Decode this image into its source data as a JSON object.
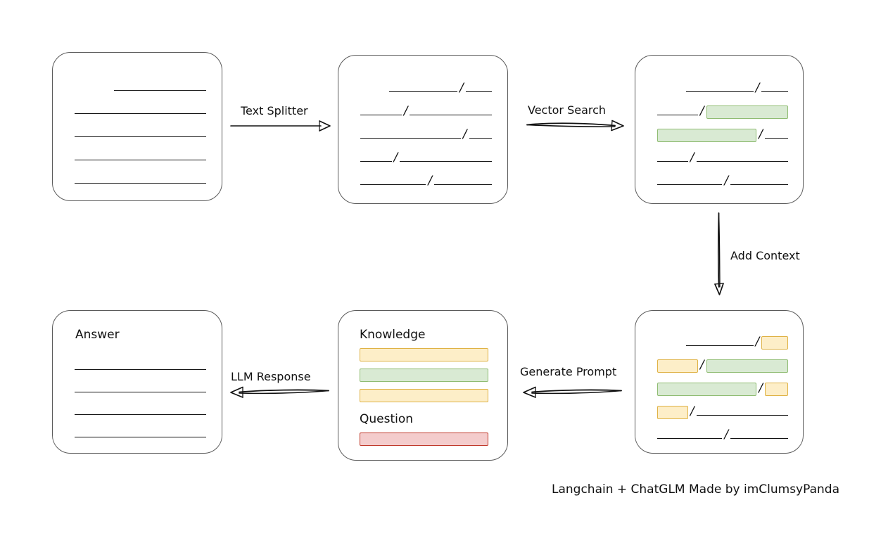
{
  "diagram": {
    "footer_note": "Langchain + ChatGLM Made by imClumsyPanda",
    "boxes": {
      "raw_document": {
        "name": "raw-document",
        "lines": [
          {
            "indent": 30,
            "segments": [
              {
                "type": "rule",
                "width": 70
              }
            ]
          },
          {
            "indent": 0,
            "segments": [
              {
                "type": "rule",
                "width": 100
              }
            ]
          },
          {
            "indent": 0,
            "segments": [
              {
                "type": "rule",
                "width": 100
              }
            ]
          },
          {
            "indent": 0,
            "segments": [
              {
                "type": "rule",
                "width": 100
              }
            ]
          },
          {
            "indent": 0,
            "segments": [
              {
                "type": "rule",
                "width": 100
              }
            ]
          }
        ]
      },
      "split_chunks": {
        "name": "split-chunks",
        "lines": [
          {
            "indent": 22,
            "segments": [
              {
                "type": "rule",
                "width": 54
              },
              {
                "type": "slash"
              },
              {
                "type": "rule",
                "width": 21
              }
            ]
          },
          {
            "indent": 0,
            "segments": [
              {
                "type": "rule",
                "width": 32
              },
              {
                "type": "slash"
              },
              {
                "type": "rule",
                "width": 64
              }
            ]
          },
          {
            "indent": 0,
            "segments": [
              {
                "type": "rule",
                "width": 78
              },
              {
                "type": "slash"
              },
              {
                "type": "rule",
                "width": 18
              }
            ]
          },
          {
            "indent": 0,
            "segments": [
              {
                "type": "rule",
                "width": 24
              },
              {
                "type": "slash"
              },
              {
                "type": "rule",
                "width": 71
              }
            ]
          },
          {
            "indent": 0,
            "segments": [
              {
                "type": "rule",
                "width": 51
              },
              {
                "type": "slash"
              },
              {
                "type": "rule",
                "width": 45
              }
            ]
          }
        ]
      },
      "vector_hits": {
        "name": "retrieved-chunks",
        "lines": [
          {
            "indent": 22,
            "segments": [
              {
                "type": "rule",
                "width": 54
              },
              {
                "type": "slash"
              },
              {
                "type": "rule",
                "width": 21
              }
            ]
          },
          {
            "indent": 0,
            "segments": [
              {
                "type": "rule",
                "width": 32
              },
              {
                "type": "slash"
              },
              {
                "type": "chip",
                "color": "green",
                "width": 64
              }
            ]
          },
          {
            "indent": 0,
            "segments": [
              {
                "type": "chip",
                "color": "green",
                "width": 78
              },
              {
                "type": "slash"
              },
              {
                "type": "rule",
                "width": 18
              }
            ]
          },
          {
            "indent": 0,
            "segments": [
              {
                "type": "rule",
                "width": 24
              },
              {
                "type": "slash"
              },
              {
                "type": "rule",
                "width": 71
              }
            ]
          },
          {
            "indent": 0,
            "segments": [
              {
                "type": "rule",
                "width": 51
              },
              {
                "type": "slash"
              },
              {
                "type": "rule",
                "width": 45
              }
            ]
          }
        ]
      },
      "context_chunks": {
        "name": "context-chunks",
        "lines": [
          {
            "indent": 22,
            "segments": [
              {
                "type": "rule",
                "width": 54
              },
              {
                "type": "slash"
              },
              {
                "type": "chip",
                "color": "yellow",
                "width": 21
              }
            ]
          },
          {
            "indent": 0,
            "segments": [
              {
                "type": "chip",
                "color": "yellow",
                "width": 32
              },
              {
                "type": "slash"
              },
              {
                "type": "chip",
                "color": "green",
                "width": 64
              }
            ]
          },
          {
            "indent": 0,
            "segments": [
              {
                "type": "chip",
                "color": "green",
                "width": 78
              },
              {
                "type": "slash"
              },
              {
                "type": "chip",
                "color": "yellow",
                "width": 18
              }
            ]
          },
          {
            "indent": 0,
            "segments": [
              {
                "type": "chip",
                "color": "yellow",
                "width": 24
              },
              {
                "type": "slash"
              },
              {
                "type": "rule",
                "width": 71
              }
            ]
          },
          {
            "indent": 0,
            "segments": [
              {
                "type": "rule",
                "width": 51
              },
              {
                "type": "slash"
              },
              {
                "type": "rule",
                "width": 45
              }
            ]
          }
        ]
      },
      "prompt": {
        "name": "prompt-card",
        "knowledge_label": "Knowledge",
        "question_label": "Question",
        "knowledge_bars": [
          {
            "color": "yellow"
          },
          {
            "color": "green"
          },
          {
            "color": "yellow"
          }
        ],
        "question_bars": [
          {
            "color": "red"
          }
        ]
      },
      "answer": {
        "name": "answer-card",
        "title": "Answer",
        "lines": [
          {
            "indent": 0,
            "segments": [
              {
                "type": "rule",
                "width": 100
              }
            ]
          },
          {
            "indent": 0,
            "segments": [
              {
                "type": "rule",
                "width": 100
              }
            ]
          },
          {
            "indent": 0,
            "segments": [
              {
                "type": "rule",
                "width": 100
              }
            ]
          },
          {
            "indent": 0,
            "segments": [
              {
                "type": "rule",
                "width": 100
              }
            ]
          }
        ]
      }
    },
    "connectors": {
      "text_splitter": {
        "label": "Text Splitter",
        "direction": "right"
      },
      "vector_search": {
        "label": "Vector Search",
        "direction": "right"
      },
      "add_context": {
        "label": "Add Context",
        "direction": "down"
      },
      "generate_prompt": {
        "label": "Generate Prompt",
        "direction": "left"
      },
      "llm_response": {
        "label": "LLM Response",
        "direction": "left"
      }
    }
  },
  "colors": {
    "green_fill": "#d9ead3",
    "green_border": "#8fbc72",
    "yellow_fill": "#fdeec8",
    "yellow_border": "#dfb245",
    "red_fill": "#f4cccc",
    "red_border": "#c0392b",
    "stroke": "#111111",
    "card_border": "#5a5a5a"
  }
}
